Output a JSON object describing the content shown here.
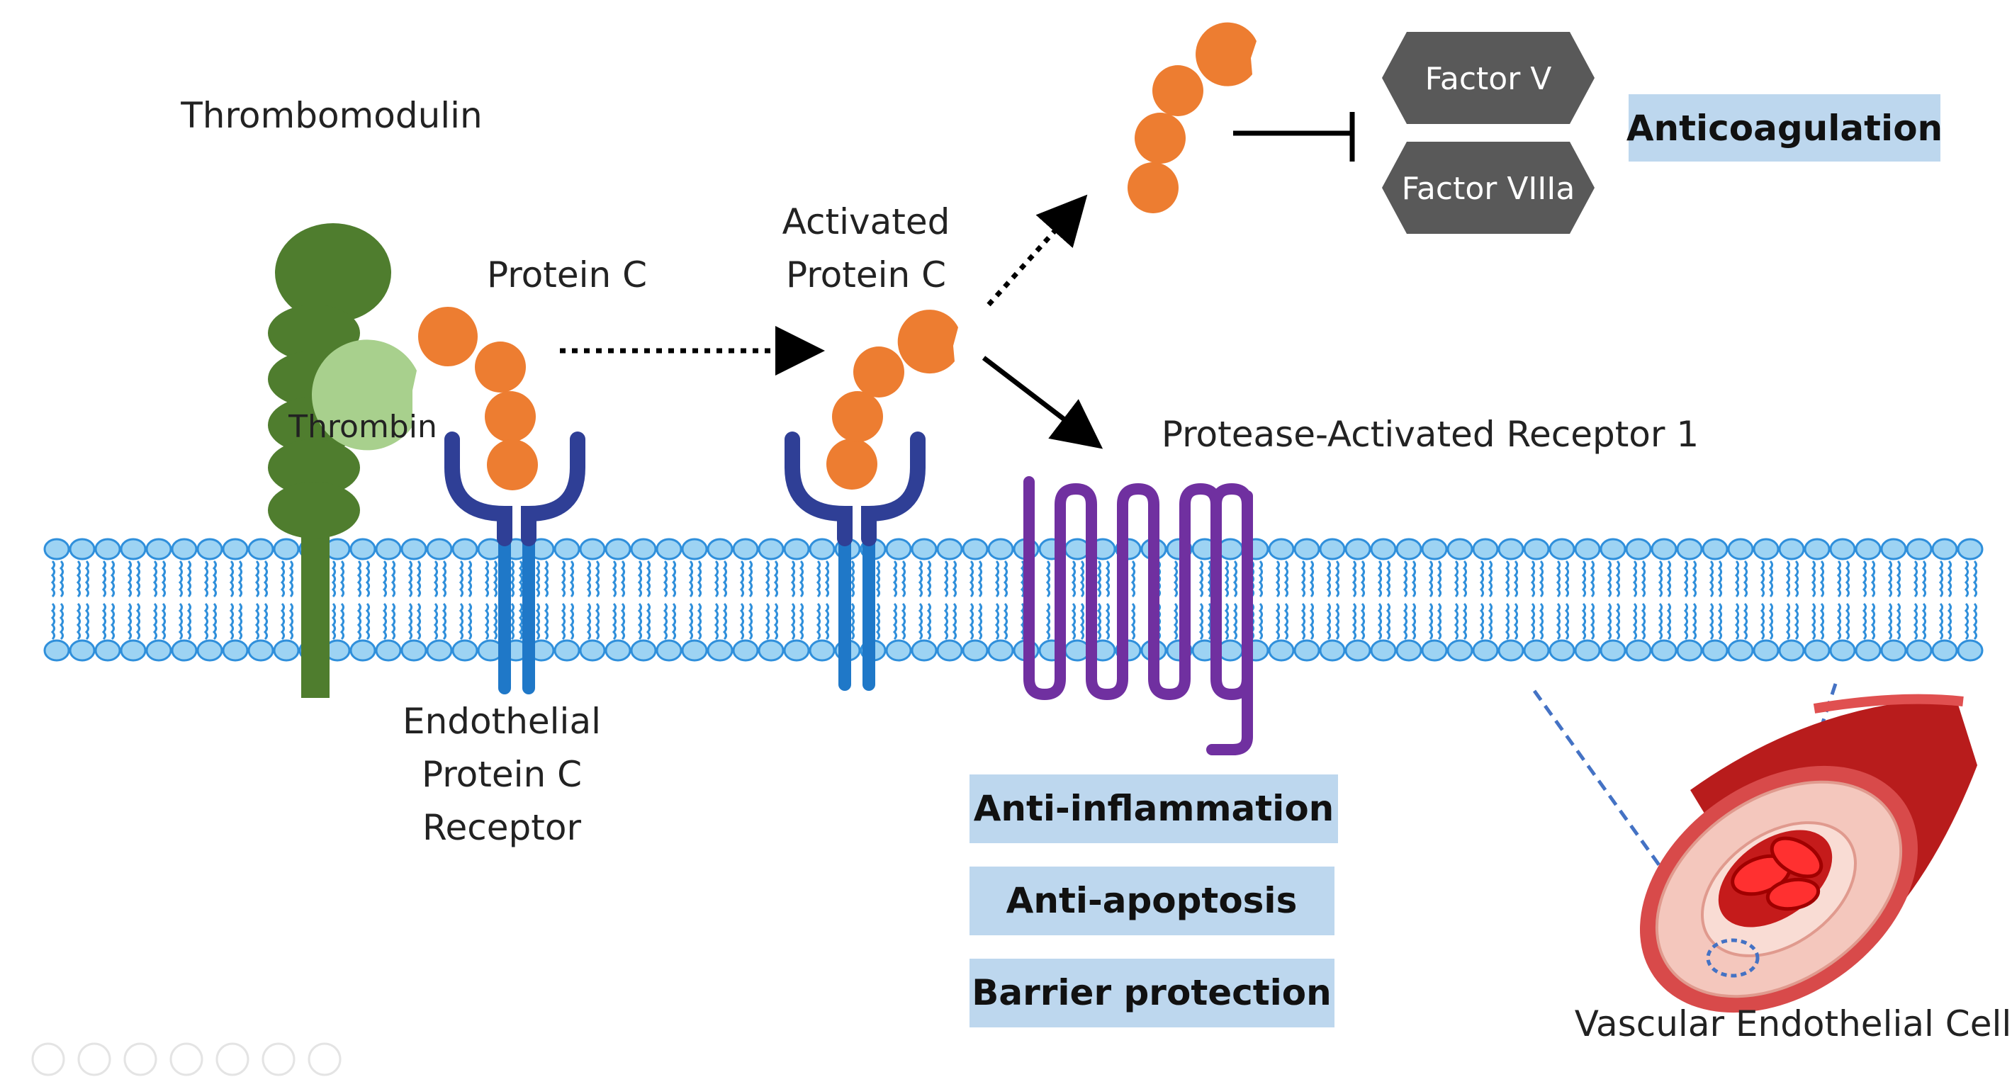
{
  "labels": {
    "thrombomodulin": "Thrombomodulin",
    "thrombin": "Thrombin",
    "protein_c": "Protein C",
    "activated_protein_c_line1": "Activated",
    "activated_protein_c_line2": "Protein C",
    "epcr_line1": "Endothelial",
    "epcr_line2": "Protein C",
    "epcr_line3": "Receptor",
    "par1": "Protease-Activated Receptor 1",
    "vascular_cell": "Vascular Endothelial Cell"
  },
  "factors": [
    "Factor V",
    "Factor VIIIa"
  ],
  "outcome_boxes": {
    "anticoagulation": "Anticoagulation",
    "effects": [
      "Anti-inflammation",
      "Anti-apoptosis",
      "Barrier protection"
    ]
  },
  "colors": {
    "thrombomodulin": "#4f7d2e",
    "thrombin": "#a8d08d",
    "protein": "#ed7d31",
    "receptor_top": "#2f3f96",
    "receptor_stem": "#1f78c8",
    "par1": "#7030a0",
    "membrane": "#9dd3f3",
    "membrane_stroke": "#2f8fdb",
    "box_fill": "#bdd7ee",
    "hexagon": "#595959",
    "vessel": "#c00000"
  }
}
